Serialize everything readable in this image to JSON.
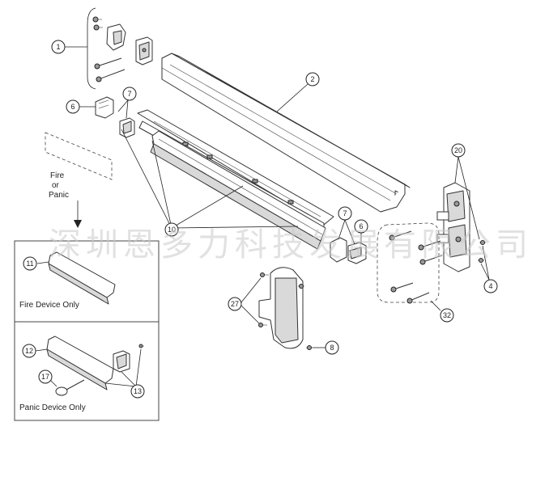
{
  "callouts": {
    "c1": "1",
    "c2": "2",
    "c4": "4",
    "c6a": "6",
    "c6b": "6",
    "c7a": "7",
    "c7b": "7",
    "c8": "8",
    "c10": "10",
    "c11": "11",
    "c12": "12",
    "c13": "13",
    "c17": "17",
    "c20": "20",
    "c27": "27",
    "c32": "32"
  },
  "labels": {
    "fire_or_panic_line1": "Fire",
    "fire_or_panic_line2": "or",
    "fire_or_panic_line3": "Panic",
    "fire_device_only": "Fire Device Only",
    "panic_device_only": "Panic Device Only"
  },
  "watermark": "深圳恩多力科技发展有限公司"
}
